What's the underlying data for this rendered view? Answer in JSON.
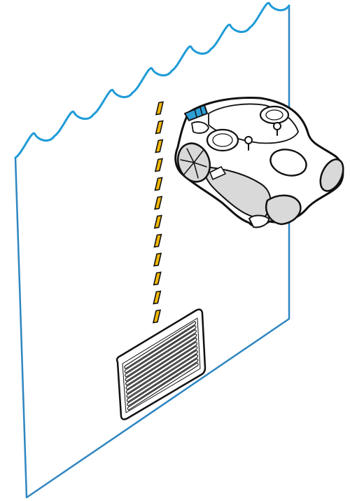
{
  "figure": {
    "kind": "illustration",
    "elements": [
      {
        "name": "pool-wall-panel",
        "icon": "pool-wall-icon"
      },
      {
        "name": "water-surface-line",
        "icon": "wave-icon"
      },
      {
        "name": "climbing-path",
        "icon": "dashed-path-icon"
      },
      {
        "name": "drain-grate",
        "icon": "drain-grate-icon"
      },
      {
        "name": "pool-robot",
        "icon": "robot-cleaner-icon"
      }
    ],
    "path_dash_count": 12,
    "drain_slot_count": 11
  },
  "colors": {
    "wall_outline": "#2E86C1",
    "water_line": "#1E9BD7",
    "path_fill": "#F2B705",
    "robot_body": "#FFFFFF",
    "robot_shade": "#D9D9D9",
    "robot_accent": "#2E9FD6",
    "outline": "#111111"
  }
}
